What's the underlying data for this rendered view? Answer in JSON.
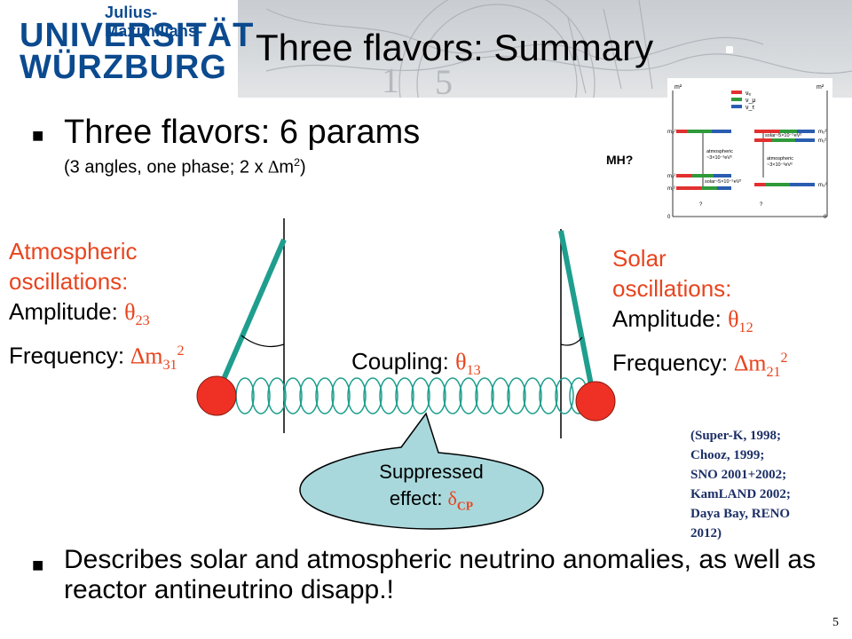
{
  "header": {
    "logo_line1": "Julius-Maximilians-",
    "logo_line2": "UNIVERSITÄT",
    "logo_line3": "WÜRZBURG",
    "title": "Three flavors: Summary"
  },
  "bullets": {
    "b1_text": "Three flavors: 6 params",
    "b1_sub_a": "(3 angles, one phase; 2 x ",
    "b1_sub_delta": "∆",
    "b1_sub_m": "m",
    "b1_sub_exp": "2",
    "b1_sub_close": ")",
    "b2_text": "Describes solar and atmospheric neutrino anomalies, as well as reactor antineutrino disapp.!"
  },
  "atmospheric": {
    "line1": "Atmospheric",
    "line2": "oscillations:",
    "amp_label": "Amplitude: ",
    "amp_sym": "θ",
    "amp_sub": "23",
    "freq_label": "Frequency",
    "freq_colon": ": ",
    "freq_sym": "∆m",
    "freq_sub": "31",
    "freq_sup": "2"
  },
  "solar": {
    "line1": "Solar",
    "line2": "oscillations",
    "line2_colon": ":",
    "amp_label": "Amplitude: ",
    "amp_sym": "θ",
    "amp_sub": "12",
    "freq_label": "Frequency",
    "freq_colon": ": ",
    "freq_sym": "∆m",
    "freq_sub": "21",
    "freq_sup": "2"
  },
  "coupling": {
    "label": "Coupling",
    "colon": ": ",
    "sym": "θ",
    "sub": "13"
  },
  "suppressed": {
    "line1": "Suppressed",
    "line2": "effect",
    "colon": ": ",
    "sym": "δ",
    "sub": "CP"
  },
  "mh_label": "MH?",
  "references": [
    "(Super-K, 1998;",
    "Chooz, 1999;",
    "SNO 2001+2002;",
    "KamLAND 2002;",
    "Daya Bay, RENO",
    "2012)"
  ],
  "inset": {
    "m2": "m²",
    "m3": "m₃²",
    "m2b": "m₂²",
    "m1": "m₁²",
    "zero": "0",
    "q": "?",
    "legend_e": "νₑ",
    "legend_mu": "ν_μ",
    "legend_tau": "ν_τ",
    "atm": "atmospheric",
    "atm_val": "~3×10⁻³eV²",
    "sol": "solar~5×10⁻⁵eV²",
    "colors": {
      "e": "#e23030",
      "mu": "#2f9a3a",
      "tau": "#2a5db0"
    }
  },
  "page_number": "5",
  "colors": {
    "accent_red": "#e8441e",
    "pendulum": "#1f9e8e",
    "bob": "#ee3124",
    "logo_blue": "#0b4a8f",
    "ref_blue": "#1c2f66"
  }
}
